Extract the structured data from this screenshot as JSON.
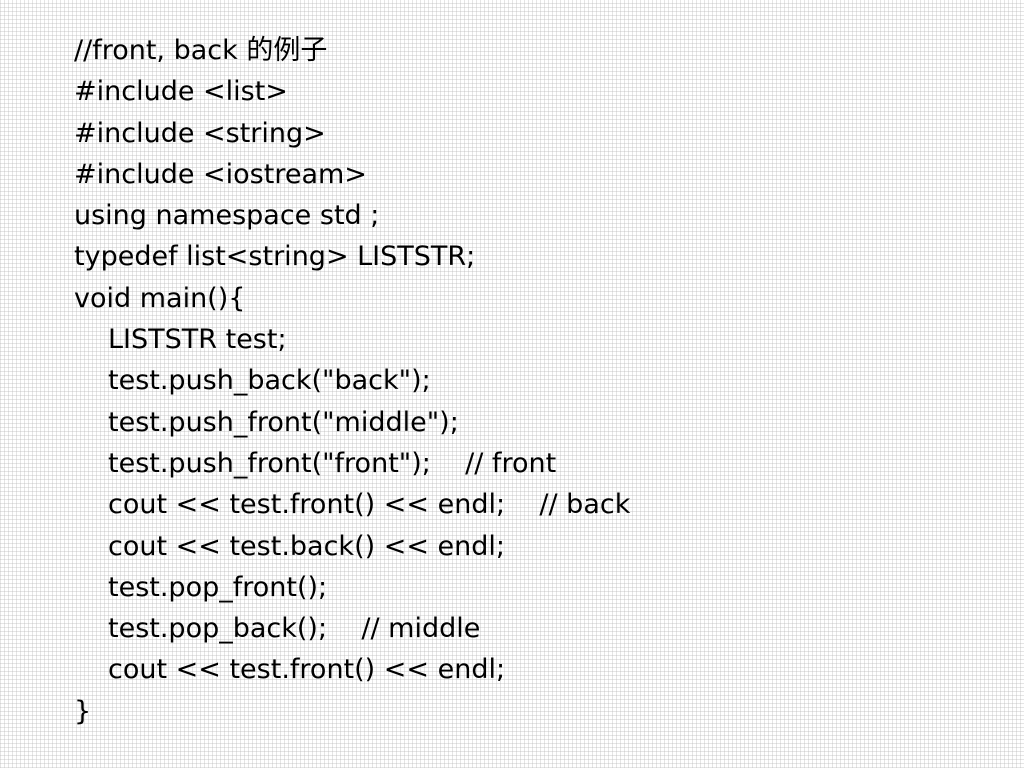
{
  "slide": {
    "lines": [
      "//front, back 的例子",
      "#include <list>",
      "#include <string>",
      "#include <iostream>",
      "using namespace std ;",
      "typedef list<string> LISTSTR;",
      "void main(){",
      "LISTSTR test;",
      "test.push_back(\"back\");",
      "test.push_front(\"middle\");",
      "test.push_front(\"front\");    // front",
      "cout << test.front() << endl;    // back",
      "cout << test.back() << endl;",
      "test.pop_front();",
      "test.pop_back();    // middle",
      "cout << test.front() << endl;",
      "}"
    ]
  }
}
